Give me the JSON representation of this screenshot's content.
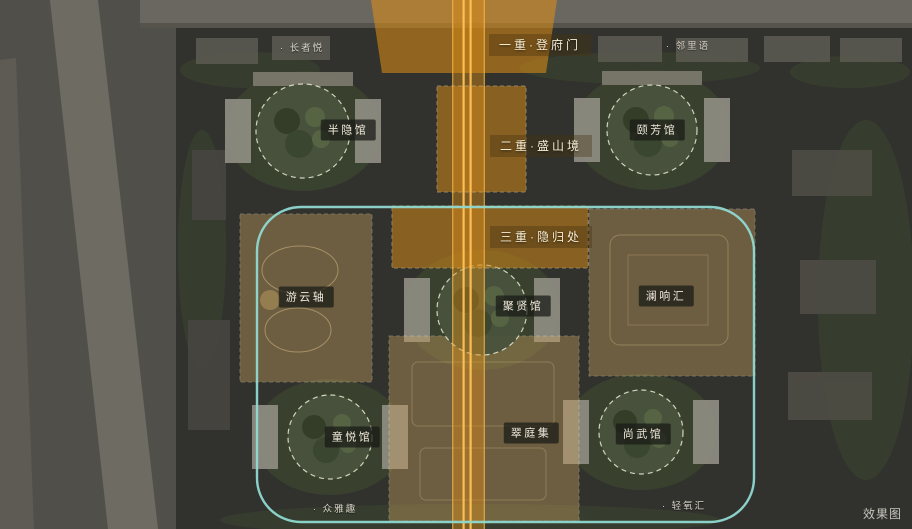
{
  "watermark": "效果图",
  "colors": {
    "axis_orange": "#e08f15",
    "axis_orange_bright": "#ffc257",
    "boundary_teal": "#8fd9d1",
    "zone_beige": "#c9a15f",
    "label_pill_bg": "rgba(24,25,21,0.72)"
  },
  "axis_labels": [
    {
      "id": "level-1-gate",
      "label": "一重·登府门"
    },
    {
      "id": "level-2-realm",
      "label": "二重·盛山境"
    },
    {
      "id": "level-3-retreat",
      "label": "三重·隐归处"
    }
  ],
  "venue_labels": [
    {
      "label": "半隐馆"
    },
    {
      "label": "颐芳馆"
    },
    {
      "label": "游云轴"
    },
    {
      "label": "聚贤馆"
    },
    {
      "label": "澜响汇"
    },
    {
      "label": "童悦馆"
    },
    {
      "label": "翠庭集"
    },
    {
      "label": "尚武馆"
    }
  ],
  "poi_labels": [
    {
      "label": "· 长者悦"
    },
    {
      "label": "· 邻里语"
    },
    {
      "label": "· 众雅趣"
    },
    {
      "label": "· 轻氧汇"
    }
  ]
}
